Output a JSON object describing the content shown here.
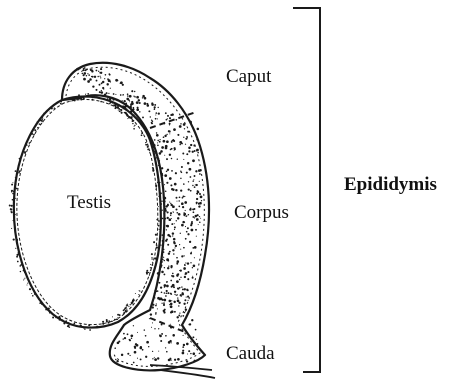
{
  "labels": {
    "testis": "Testis",
    "caput": "Caput",
    "corpus": "Corpus",
    "cauda": "Cauda",
    "epididymis": "Epididymis"
  },
  "colors": {
    "ink": "#1a1a1a",
    "background": "#ffffff"
  }
}
